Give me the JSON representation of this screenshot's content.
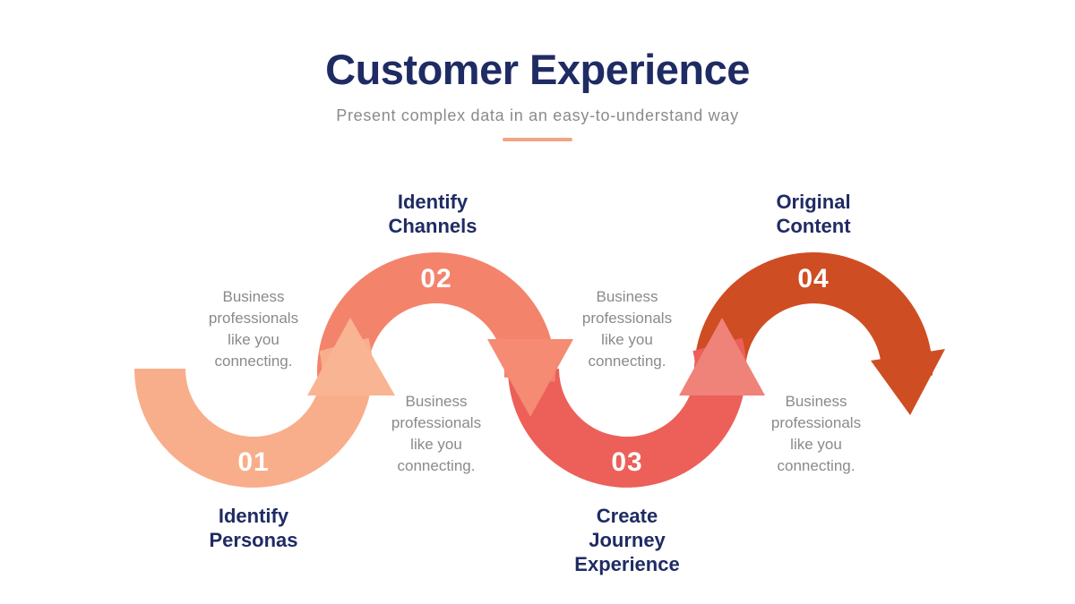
{
  "slide": {
    "title": "Customer Experience",
    "subtitle": "Present complex data in an easy-to-understand way"
  },
  "steps": [
    {
      "number": "01",
      "label": "Identify\nPersonas",
      "description": "Business\nprofessionals\nlike you\nconnecting.",
      "color": "#F8AE8A",
      "label_position": "bottom"
    },
    {
      "number": "02",
      "label": "Identify\nChannels",
      "description": "Business\nprofessionals\nlike you\nconnecting.",
      "color": "#F4836C",
      "label_position": "top"
    },
    {
      "number": "03",
      "label": "Create\nJourney\nExperience",
      "description": "Business\nprofessionals\nlike you\nconnecting.",
      "color": "#EC6059",
      "label_position": "bottom"
    },
    {
      "number": "04",
      "label": "Original\nContent",
      "description": "Business\nprofessionals\nlike you\nconnecting.",
      "color": "#CF4D23",
      "label_position": "top"
    }
  ],
  "colors": {
    "navy": "#1F2B63",
    "gray": "#8A8A8A",
    "bg": "#FFFFFF",
    "white": "#FFFFFF",
    "divider": "#F2A584",
    "arrow1": "#F9B593",
    "arrow2": "#F58B73",
    "arrow3": "#EF8279",
    "arrow4": "#CF4D23"
  }
}
